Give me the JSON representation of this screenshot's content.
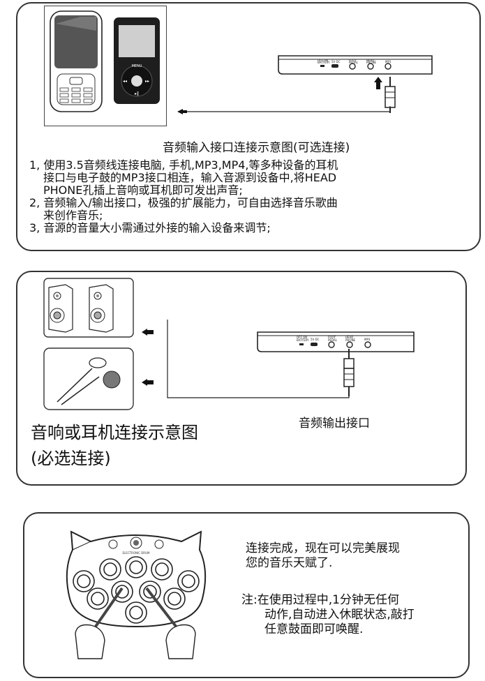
{
  "panel1": {
    "device_labels": {
      "battery": "OFF ON\nBATTERY",
      "power": "5V DC",
      "foot": "FOOT\nPEDAL",
      "headphone": "HEAD\nPHONE",
      "mp3": "MP3"
    },
    "player_menu": "MENU",
    "caption": "音频输入接口连接示意图(可选连接)",
    "items": [
      [
        "1, 使用3.5音频线连接电脑, 手机,MP3,MP4,等多种设备的耳机",
        "接口与电子鼓的MP3接口相连，输入音源到设备中,将HEAD",
        "PHONE孔插上音响或耳机即可发出声音;"
      ],
      [
        "2, 音频输入/输出接口，极强的扩展能力，可自由选择音乐歌曲",
        "来创作音乐;"
      ],
      [
        "3, 音源的音量大小需通过外接的输入设备来调节;"
      ]
    ]
  },
  "panel2": {
    "output_caption": "音频输出接口",
    "title_line1": "音响或耳机连接示意图",
    "title_line2": "(必选连接)"
  },
  "panel3": {
    "drum_brand": "ELECTRONIC DRUM",
    "msg_line1": "连接完成，现在可以完美展现",
    "msg_line2": "您的音乐天赋了.",
    "note_line1": "注:在使用过程中,1分钟无任何",
    "note_line2": "动作,自动进入休眠状态,敲打",
    "note_line3": "任意鼓面即可唤醒."
  },
  "colors": {
    "line": "#222222",
    "text": "#111111"
  }
}
